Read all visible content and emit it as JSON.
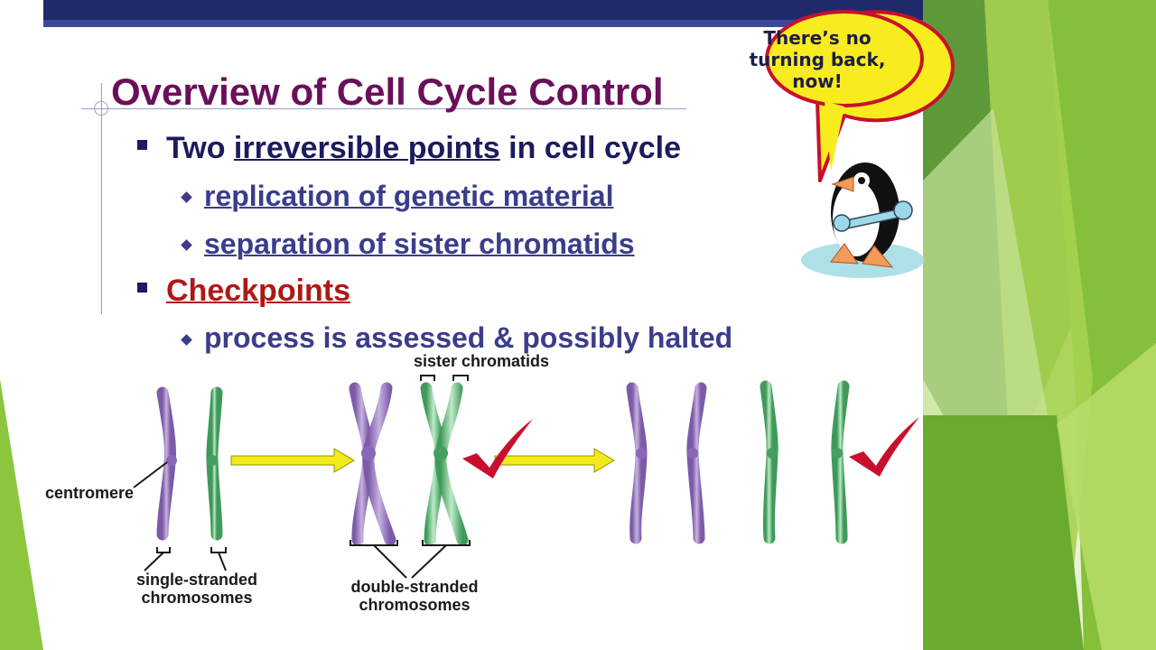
{
  "slide": {
    "title": "Overview of Cell Cycle Control",
    "bullets": [
      {
        "text_before": "Two ",
        "underlined": "irreversible points",
        "text_after": " in cell cycle",
        "sub": [
          "replication of genetic material",
          "separation of sister chromatids"
        ]
      },
      {
        "text": "Checkpoints",
        "sub": [
          "process is assessed & possibly halted"
        ]
      }
    ]
  },
  "speech_bubble": {
    "lines": [
      "There’s no",
      "turning back,",
      "now!"
    ]
  },
  "diagram": {
    "label_sister_chromatids": "sister chromatids",
    "label_centromere": "centromere",
    "label_single_line1": "single-stranded",
    "label_single_line2": "chromosomes",
    "label_double_line1": "double-stranded",
    "label_double_line2": "chromosomes"
  },
  "colors": {
    "title": "#6b0f5a",
    "bullet_text": "#1b1b5e",
    "subbullet_text": "#3b3d8a",
    "checkpoint_red": "#b01818",
    "chromosome_purple": "#a88bc8",
    "chromosome_green": "#8fd0a0",
    "arrow_yellow": "#f2ea1a",
    "check_red": "#c8102e",
    "bg_green_light": "#a8cf5a",
    "bg_green_dark": "#4f8f2a"
  }
}
